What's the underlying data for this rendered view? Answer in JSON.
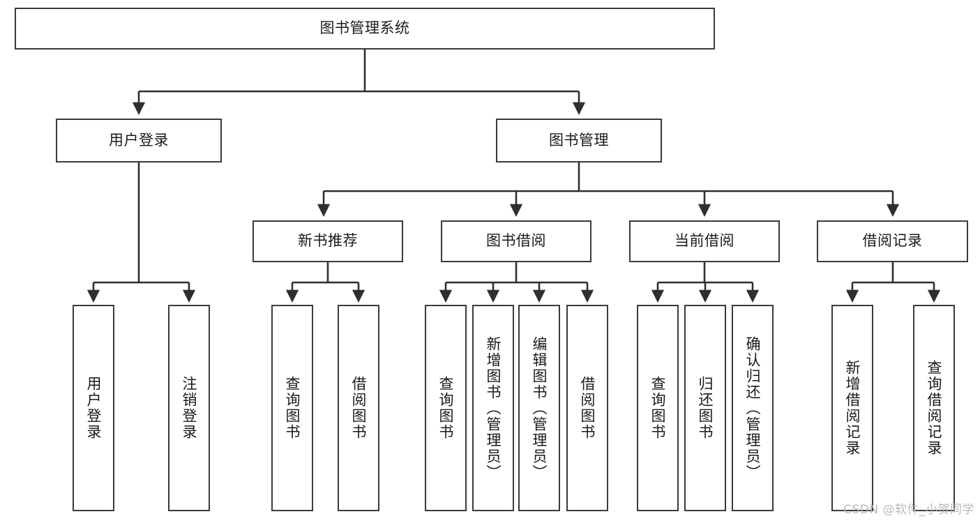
{
  "diagram": {
    "title": "图书管理系统",
    "type": "tree-hierarchy",
    "watermark": "CSDN @软件_小贺同学",
    "colors": {
      "box_border": "#3a3a3a",
      "box_fill": "#ffffff",
      "edge": "#2f2f2f",
      "text": "#1a1a1a",
      "watermark": "#b9b9b9"
    },
    "levels": {
      "root": {
        "label": "图书管理系统"
      },
      "level1": [
        {
          "label": "用户登录"
        },
        {
          "label": "图书管理"
        }
      ],
      "level2": [
        {
          "label": "新书推荐"
        },
        {
          "label": "图书借阅"
        },
        {
          "label": "当前借阅"
        },
        {
          "label": "借阅记录"
        }
      ],
      "leaves_user_login": [
        {
          "label": "用户登录"
        },
        {
          "label": "注销登录"
        }
      ],
      "leaves_new_book": [
        {
          "label": "查询图书"
        },
        {
          "label": "借阅图书"
        }
      ],
      "leaves_borrow": [
        {
          "label": "查询图书"
        },
        {
          "label": "新增图书（管理员）"
        },
        {
          "label": "编辑图书（管理员）"
        },
        {
          "label": "借阅图书"
        }
      ],
      "leaves_current": [
        {
          "label": "查询图书"
        },
        {
          "label": "归还图书"
        },
        {
          "label": "确认归还（管理员）"
        }
      ],
      "leaves_record": [
        {
          "label": "新增借阅记录"
        },
        {
          "label": "查询借阅记录"
        }
      ]
    }
  }
}
